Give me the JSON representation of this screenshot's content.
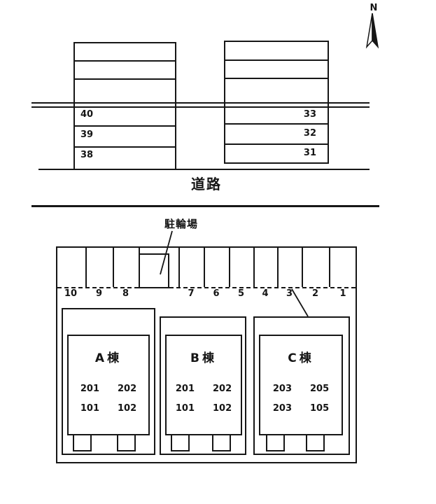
{
  "compass": {
    "label": "N"
  },
  "upper_lot": {
    "left_rows": [
      "40",
      "39",
      "38"
    ],
    "right_rows": [
      "33",
      "32",
      "31"
    ]
  },
  "road_label": "道路",
  "bike_label": "駐輪場",
  "site": {
    "spaces": [
      "10",
      "9",
      "8",
      "7",
      "6",
      "5",
      "4",
      "3",
      "2",
      "1"
    ],
    "buildings": [
      {
        "name": "A棟",
        "upper": [
          "201",
          "202"
        ],
        "lower": [
          "101",
          "102"
        ]
      },
      {
        "name": "B棟",
        "upper": [
          "201",
          "202"
        ],
        "lower": [
          "101",
          "102"
        ]
      },
      {
        "name": "C棟",
        "upper": [
          "203",
          "205"
        ],
        "lower": [
          "203",
          "105"
        ]
      }
    ]
  }
}
